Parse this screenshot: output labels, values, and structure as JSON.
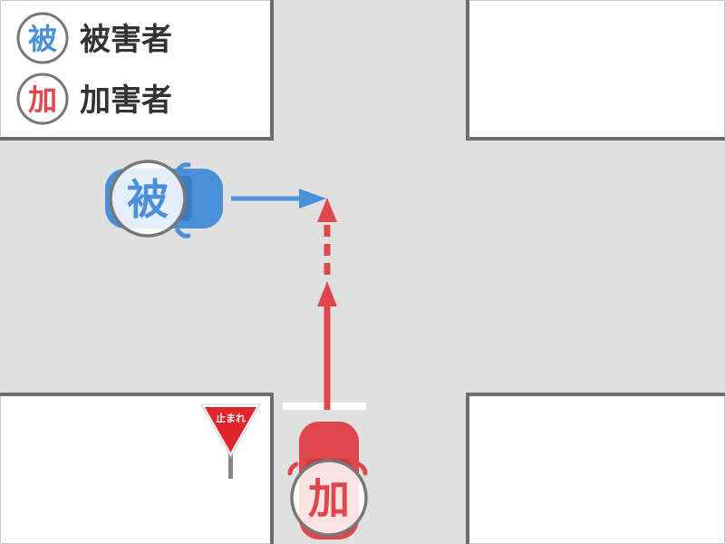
{
  "legend": {
    "victim": {
      "symbol": "被",
      "label": "被害者"
    },
    "perpetrator": {
      "symbol": "加",
      "label": "加害者"
    }
  },
  "vehicles": {
    "victim_symbol": "被",
    "perpetrator_symbol": "加"
  },
  "sign": {
    "text": "止まれ"
  },
  "colors": {
    "victim": "#4a90d9",
    "perpetrator": "#e0474c",
    "road": "#e0e0e0",
    "curb": "#6d6d6d"
  }
}
